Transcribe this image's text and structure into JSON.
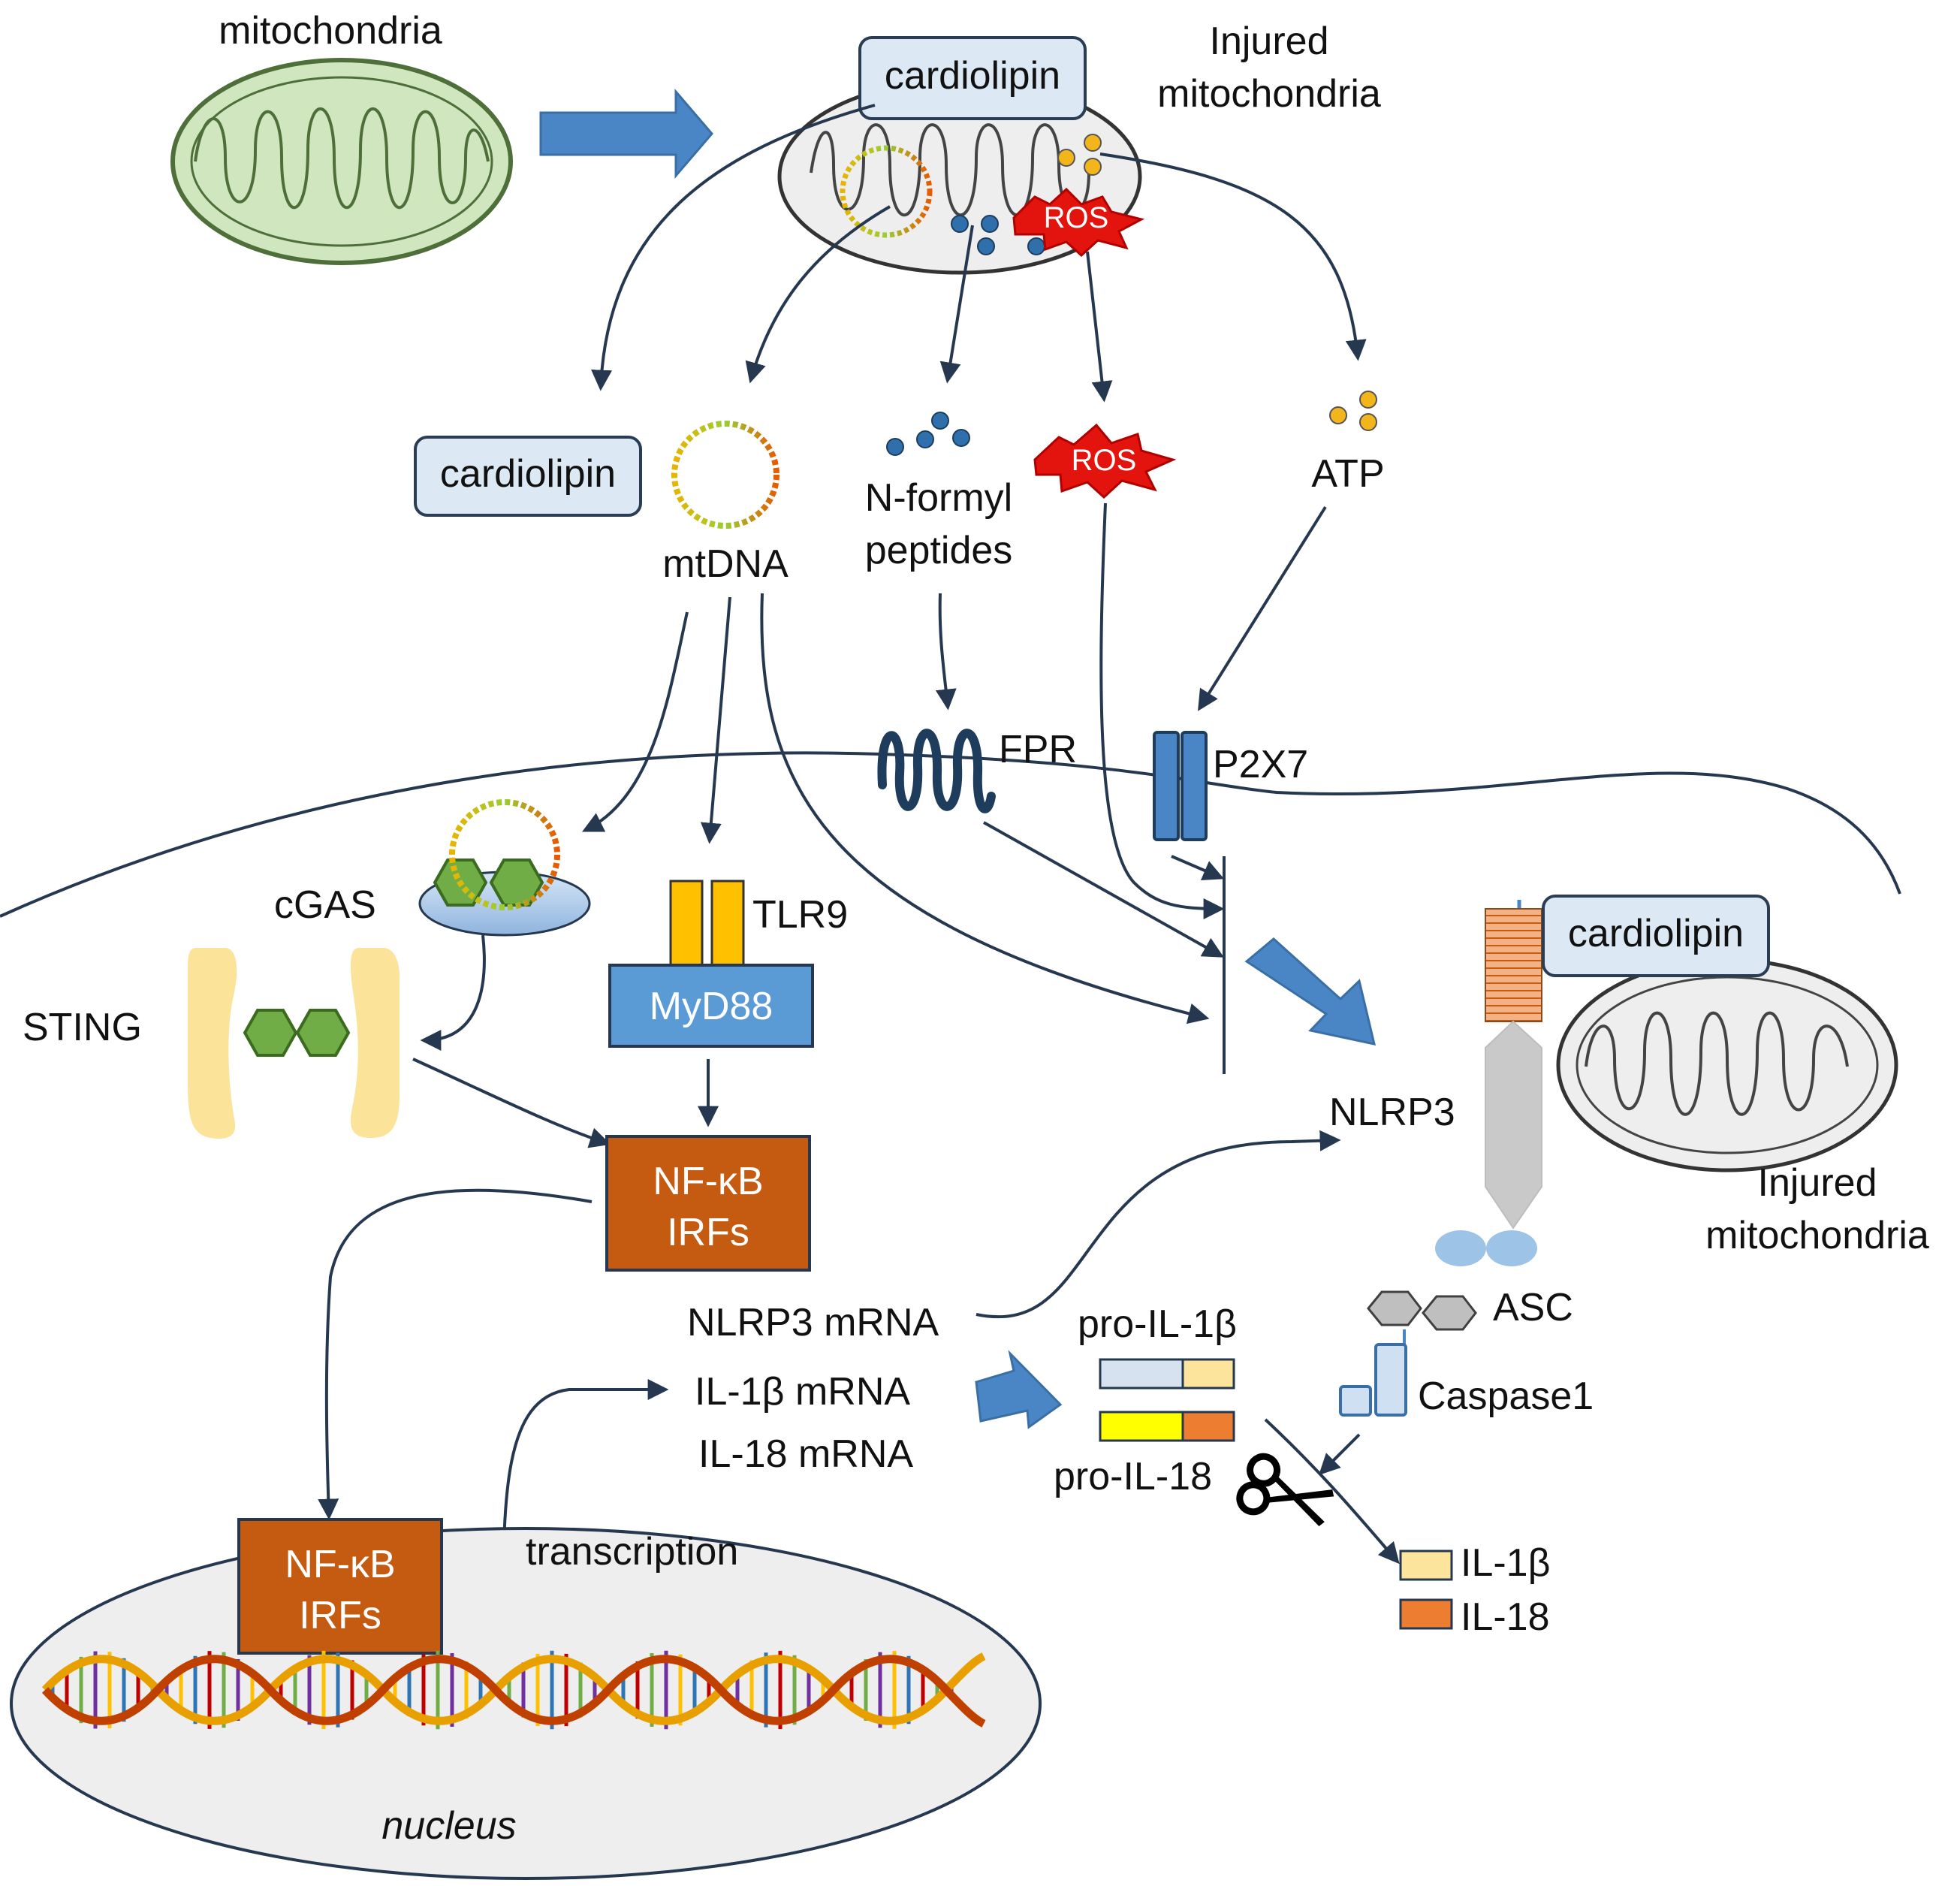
{
  "colors": {
    "healthy_mito": "#cfe6bf",
    "healthy_mito_stroke": "#4f6f3a",
    "injured_mito": "#eeeeee",
    "cardiolipin_box": "#dce9f5",
    "block_arrow": "#4a86c5",
    "line_arrow": "#26384f",
    "ros": "#e3140e",
    "nf_kb_box": "#c55a11",
    "myd88_box": "#5b9bd5",
    "tlr9": "#ffc000",
    "sting": "#fbe39a",
    "hexagon": "#70ad47",
    "atp_dot": "#f2b51c",
    "peptide_dot": "#2f6fac",
    "nucleus": "#eeeeee",
    "pro_il1b_left": "#d6e2f0",
    "pro_il1b_right": "#fde49c",
    "pro_il18_left": "#ffff00",
    "pro_il18_right": "#ed7d31",
    "il1b": "#fde49c",
    "il18": "#ed7d31"
  },
  "labels": {
    "mitochondria": "mitochondria",
    "cardiolipin_top": "cardiolipin",
    "injured_mito_top_1": "Injured",
    "injured_mito_top_2": "mitochondria",
    "ros_in_mito": "ROS",
    "cardiolipin_released": "cardiolipin",
    "mtdna": "mtDNA",
    "n_formyl_1": "N-formyl",
    "n_formyl_2": "peptides",
    "ros_released": "ROS",
    "atp": "ATP",
    "fpr": "FPR",
    "p2x7": "P2X7",
    "cgas": "cGAS",
    "tlr9": "TLR9",
    "myd88": "MyD88",
    "sting": "STING",
    "nfkb_1": "NF-κB",
    "irfs_1": "IRFs",
    "cardiolipin_right": "cardiolipin",
    "nlrp3": "NLRP3",
    "injured_mito_right_1": "Injured",
    "injured_mito_right_2": "mitochondria",
    "asc": "ASC",
    "caspase1": "Caspase1",
    "nlrp3_mrna": "NLRP3 mRNA",
    "il1b_mrna": "IL-1β mRNA",
    "il18_mrna": "IL-18 mRNA",
    "pro_il1b": "pro-IL-1β",
    "pro_il18": "pro-IL-18",
    "il1b": "IL-1β",
    "il18": "IL-18",
    "nfkb_2": "NF-κB",
    "irfs_2": "IRFs",
    "transcription": "transcription",
    "nucleus": "nucleus"
  },
  "icons": {
    "scissors": "scissors-icon",
    "dna_helix": "dna-helix-icon",
    "mtdna_ring": "circular-dna-icon"
  }
}
